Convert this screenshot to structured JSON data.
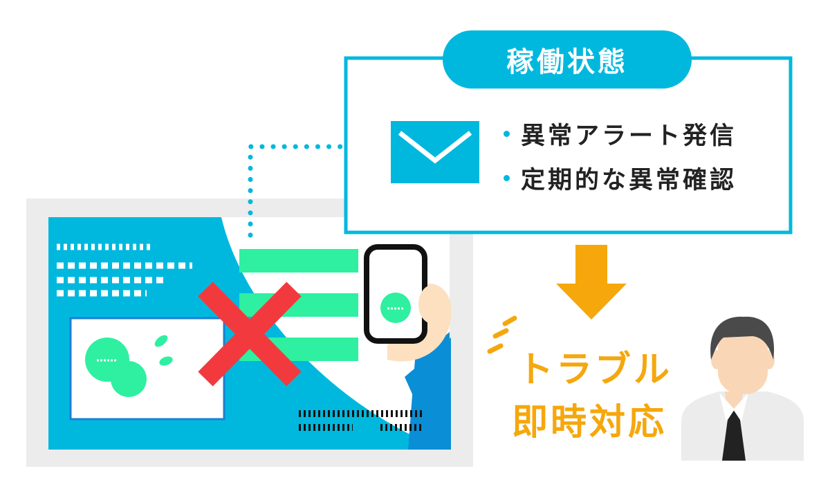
{
  "status_box": {
    "title": "稼働状態",
    "items": [
      "異常アラート発信",
      "定期的な異常確認"
    ]
  },
  "result": {
    "line1": "トラブル",
    "line2": "即時対応"
  },
  "colors": {
    "primary_blue": "#00b8de",
    "accent_green": "#2ef0a0",
    "error_red": "#f23a3e",
    "warning_orange": "#f5a70c"
  },
  "icons": [
    "mail-icon",
    "smartphone-icon",
    "error-x-icon",
    "down-arrow-icon",
    "person-icon"
  ]
}
